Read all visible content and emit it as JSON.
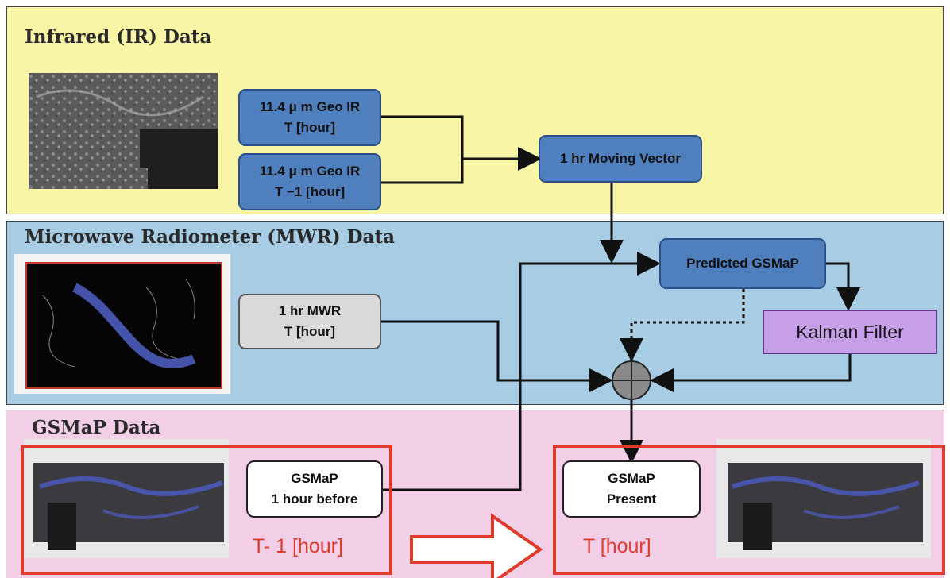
{
  "bands": {
    "ir_title": "Infrared (IR) Data",
    "mwr_title": "Microwave Radiometer (MWR) Data",
    "gsmap_title": "GSMaP Data"
  },
  "boxes": {
    "geo_ir_t": {
      "line1": "11.4 μ m Geo IR",
      "line2": "T [hour]"
    },
    "geo_ir_t1": {
      "line1": "11.4 μ m Geo IR",
      "line2": "T −1 [hour]"
    },
    "moving_vector": "1 hr Moving Vector",
    "predicted": "Predicted GSMaP",
    "mwr": {
      "line1": "1 hr MWR",
      "line2": "T [hour]"
    },
    "kalman": "Kalman Filter",
    "before": {
      "line1": "GSMaP",
      "line2": "1 hour before"
    },
    "present": {
      "line1": "GSMaP",
      "line2": "Present"
    }
  },
  "labels": {
    "t_minus_1": "T- 1 [hour]",
    "t_now": "T [hour]"
  },
  "colors": {
    "ir_band": "#f8f5a6",
    "mwr_band": "#a8cce4",
    "gsmap_band": "#f2cfe7",
    "process_box": "#4f7fbd",
    "kalman_box": "#c79fe8",
    "highlight_red": "#e03a2e"
  }
}
